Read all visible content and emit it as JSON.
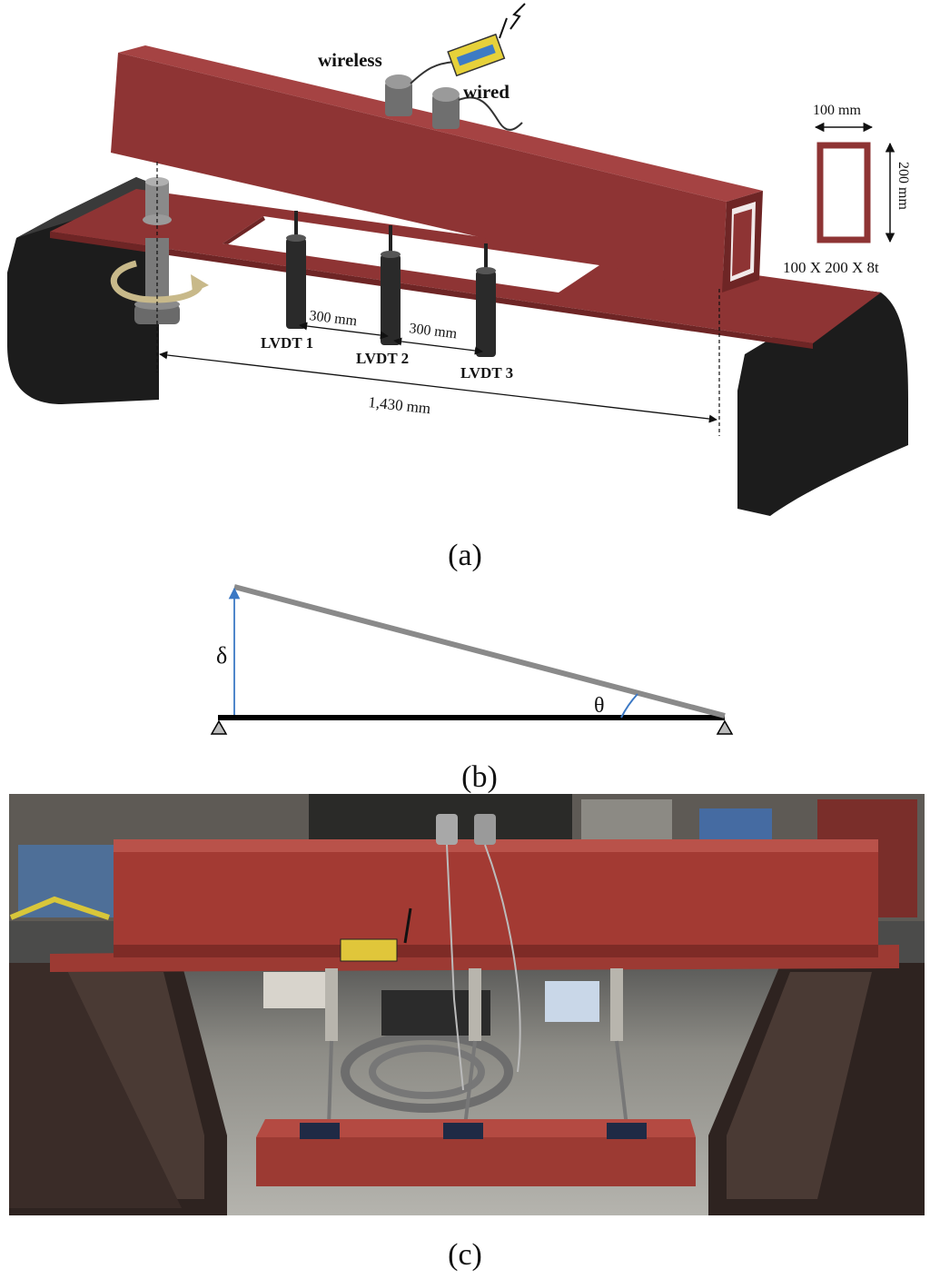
{
  "panel_a": {
    "caption": "(a)",
    "sensor_wireless": "wireless",
    "sensor_wired": "wired",
    "dim_width": "100 mm",
    "dim_height": "200 mm",
    "section": "100 X 200 X 8t",
    "lvdt_labels": [
      "LVDT 1",
      "LVDT 2",
      "LVDT 3"
    ],
    "spacing_labels": [
      "300 mm",
      "300 mm"
    ],
    "span_label": "1,430 mm",
    "colors": {
      "beam": "#8e3434",
      "beam_dark": "#6e2525",
      "support": "#1c1c1c",
      "lvdt": "#2a2a2a"
    }
  },
  "panel_b": {
    "caption": "(b)",
    "delta_symbol": "δ",
    "theta_symbol": "θ",
    "colors": {
      "member": "#8a8a8a",
      "base": "#000000",
      "arrow": "#3b78c4"
    }
  },
  "panel_c": {
    "caption": "(c)",
    "photo_description_icon": "test-setup-photo"
  }
}
